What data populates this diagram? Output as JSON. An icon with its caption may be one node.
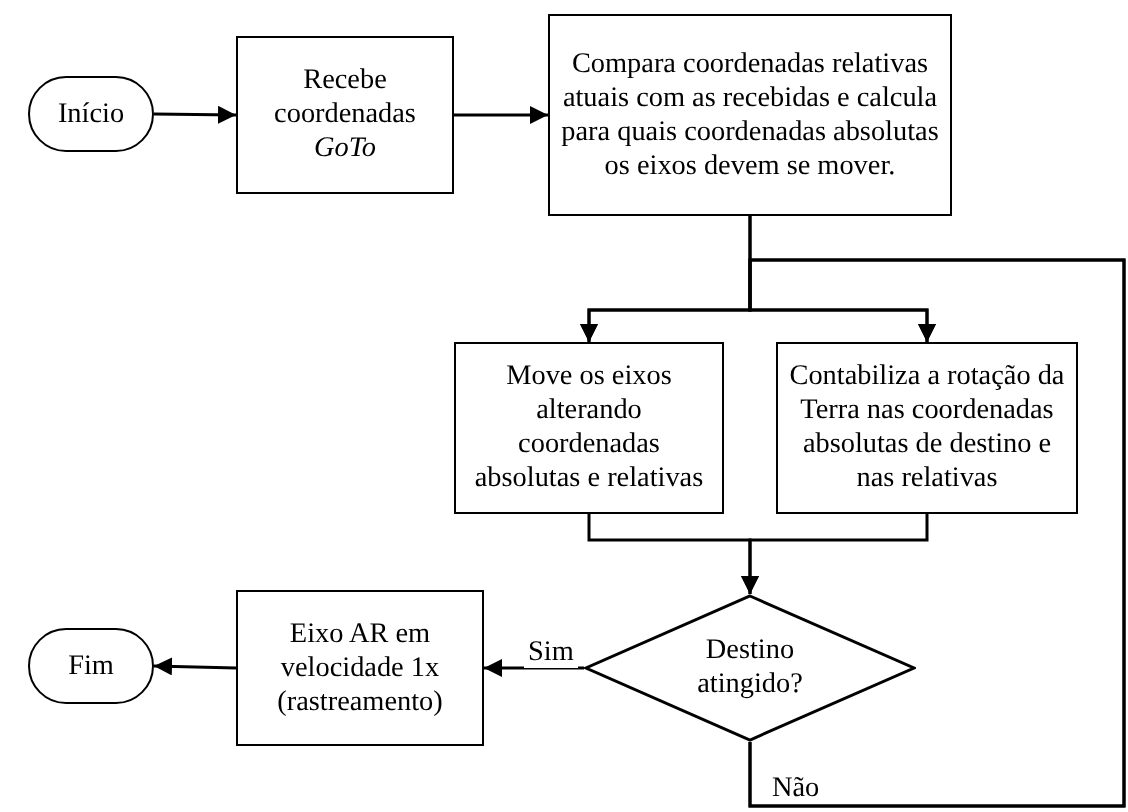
{
  "diagram": {
    "nodes": [
      {
        "text": [
          "Início"
        ]
      },
      {
        "text": [
          "Recebe coordenadas *GoTo*"
        ]
      },
      {
        "text": [
          "Compara coordenadas relativas atuais com as recebidas e calcula para quais coordenadas absolutas os eixos devem se mover."
        ]
      },
      {
        "text": [
          "Move os eixos alterando coordenadas absolutas e relativas"
        ]
      },
      {
        "text": [
          "Contabiliza a rotação da Terra nas coordenadas absolutas de destino e nas relativas"
        ]
      },
      {
        "text": [
          "Destino atingido?"
        ]
      },
      {
        "text": [
          "Eixo AR em velocidade 1x (rastreamento)"
        ]
      },
      {
        "text": [
          "Fim"
        ]
      }
    ],
    "edges": [
      {
        "from": 0,
        "to": 1,
        "arrow": "to"
      },
      {
        "from": 1,
        "to": 2,
        "arrow": "to"
      },
      {
        "from": 2,
        "to": 3,
        "arrow": "to"
      },
      {
        "from": 2,
        "to": 4,
        "arrow": "to"
      },
      {
        "from": 3,
        "to": 5,
        "arrow": "to"
      },
      {
        "from": 4,
        "to": 5,
        "arrow": "to"
      },
      {
        "from": 5,
        "to": 6,
        "arrow": "to",
        "label": "Sim"
      },
      {
        "from": 6,
        "to": 7,
        "arrow": "to"
      },
      {
        "from": 5,
        "to": 3,
        "arrow": "to",
        "label": "Não"
      },
      {
        "from": 5,
        "to": 4,
        "arrow": "to"
      }
    ]
  }
}
